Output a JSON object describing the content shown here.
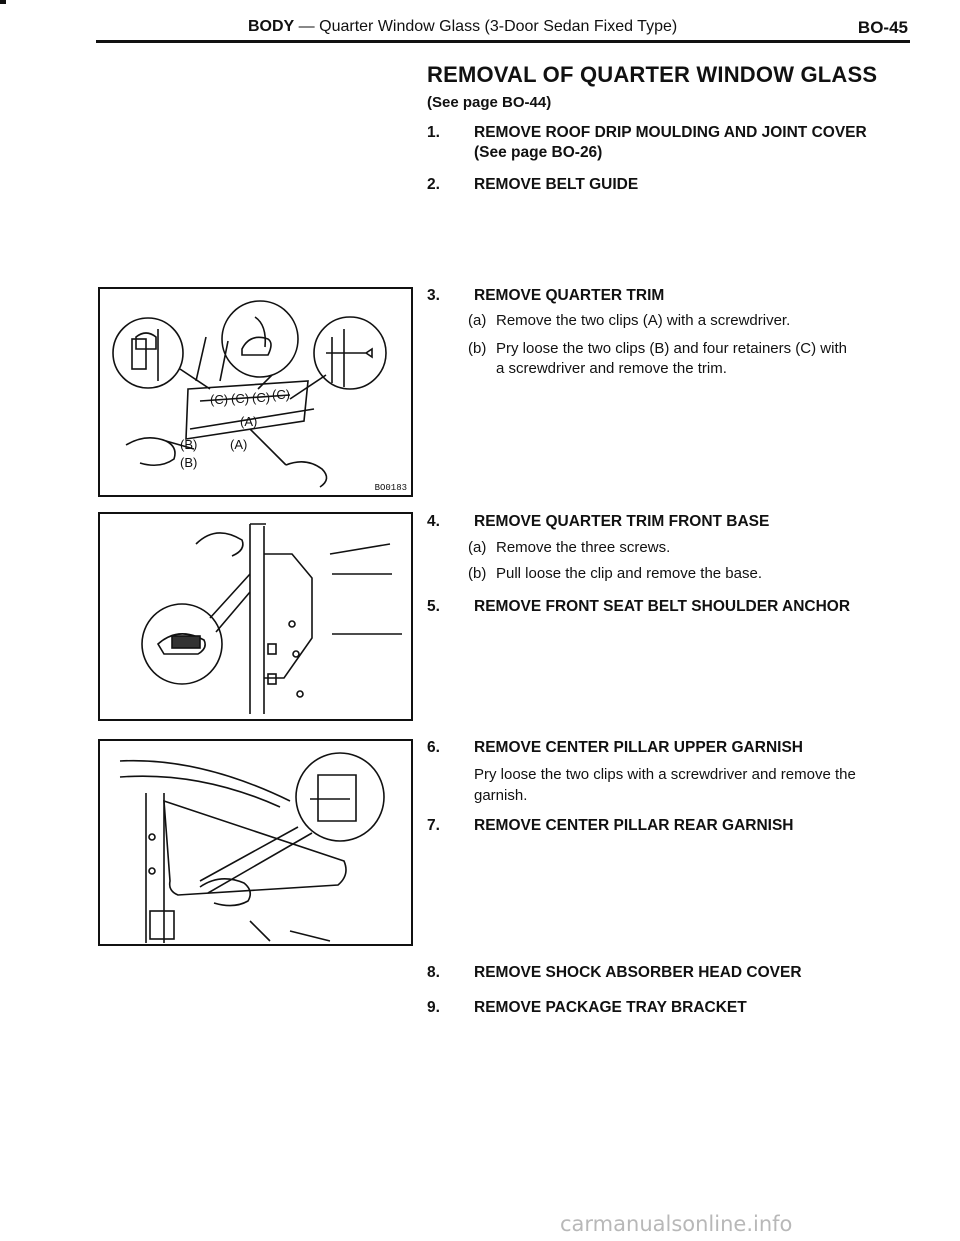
{
  "header": {
    "section_bold": "BODY",
    "section_rest": " — Quarter Window Glass (3-Door Sedan Fixed Type)",
    "page_number": "BO-45"
  },
  "title": "REMOVAL OF QUARTER WINDOW GLASS",
  "see_page": "(See page BO-44)",
  "steps": [
    {
      "num": "1.",
      "text": "REMOVE ROOF DRIP MOULDING AND JOINT COVER",
      "sub": "(See page BO-26)"
    },
    {
      "num": "2.",
      "text": "REMOVE BELT GUIDE"
    },
    {
      "num": "3.",
      "text": "REMOVE QUARTER TRIM",
      "items": [
        {
          "label": "(a)",
          "text": "Remove the two clips (A) with a screwdriver."
        },
        {
          "label": "(b)",
          "text": "Pry loose the two clips (B) and four retainers (C) with",
          "cont": "a screwdriver and remove the trim."
        }
      ]
    },
    {
      "num": "4.",
      "text": "REMOVE QUARTER TRIM FRONT BASE",
      "items": [
        {
          "label": "(a)",
          "text": "Remove the three screws."
        },
        {
          "label": "(b)",
          "text": "Pull loose the clip and remove the base."
        }
      ]
    },
    {
      "num": "5.",
      "text": "REMOVE FRONT SEAT BELT SHOULDER ANCHOR"
    },
    {
      "num": "6.",
      "text": "REMOVE CENTER PILLAR UPPER GARNISH",
      "para": "Pry loose the two clips with a screwdriver and remove the garnish."
    },
    {
      "num": "7.",
      "text": "REMOVE CENTER PILLAR REAR GARNISH"
    },
    {
      "num": "8.",
      "text": "REMOVE SHOCK ABSORBER HEAD COVER"
    },
    {
      "num": "9.",
      "text": "REMOVE PACKAGE TRAY BRACKET"
    }
  ],
  "figures": {
    "fig1": {
      "code": "BO0183",
      "labels": [
        "(C)",
        "(C)",
        "(C)",
        "(C)",
        "(A)",
        "(A)",
        "(B)",
        "(B)"
      ]
    }
  },
  "watermark": "carmanualsonline.info"
}
